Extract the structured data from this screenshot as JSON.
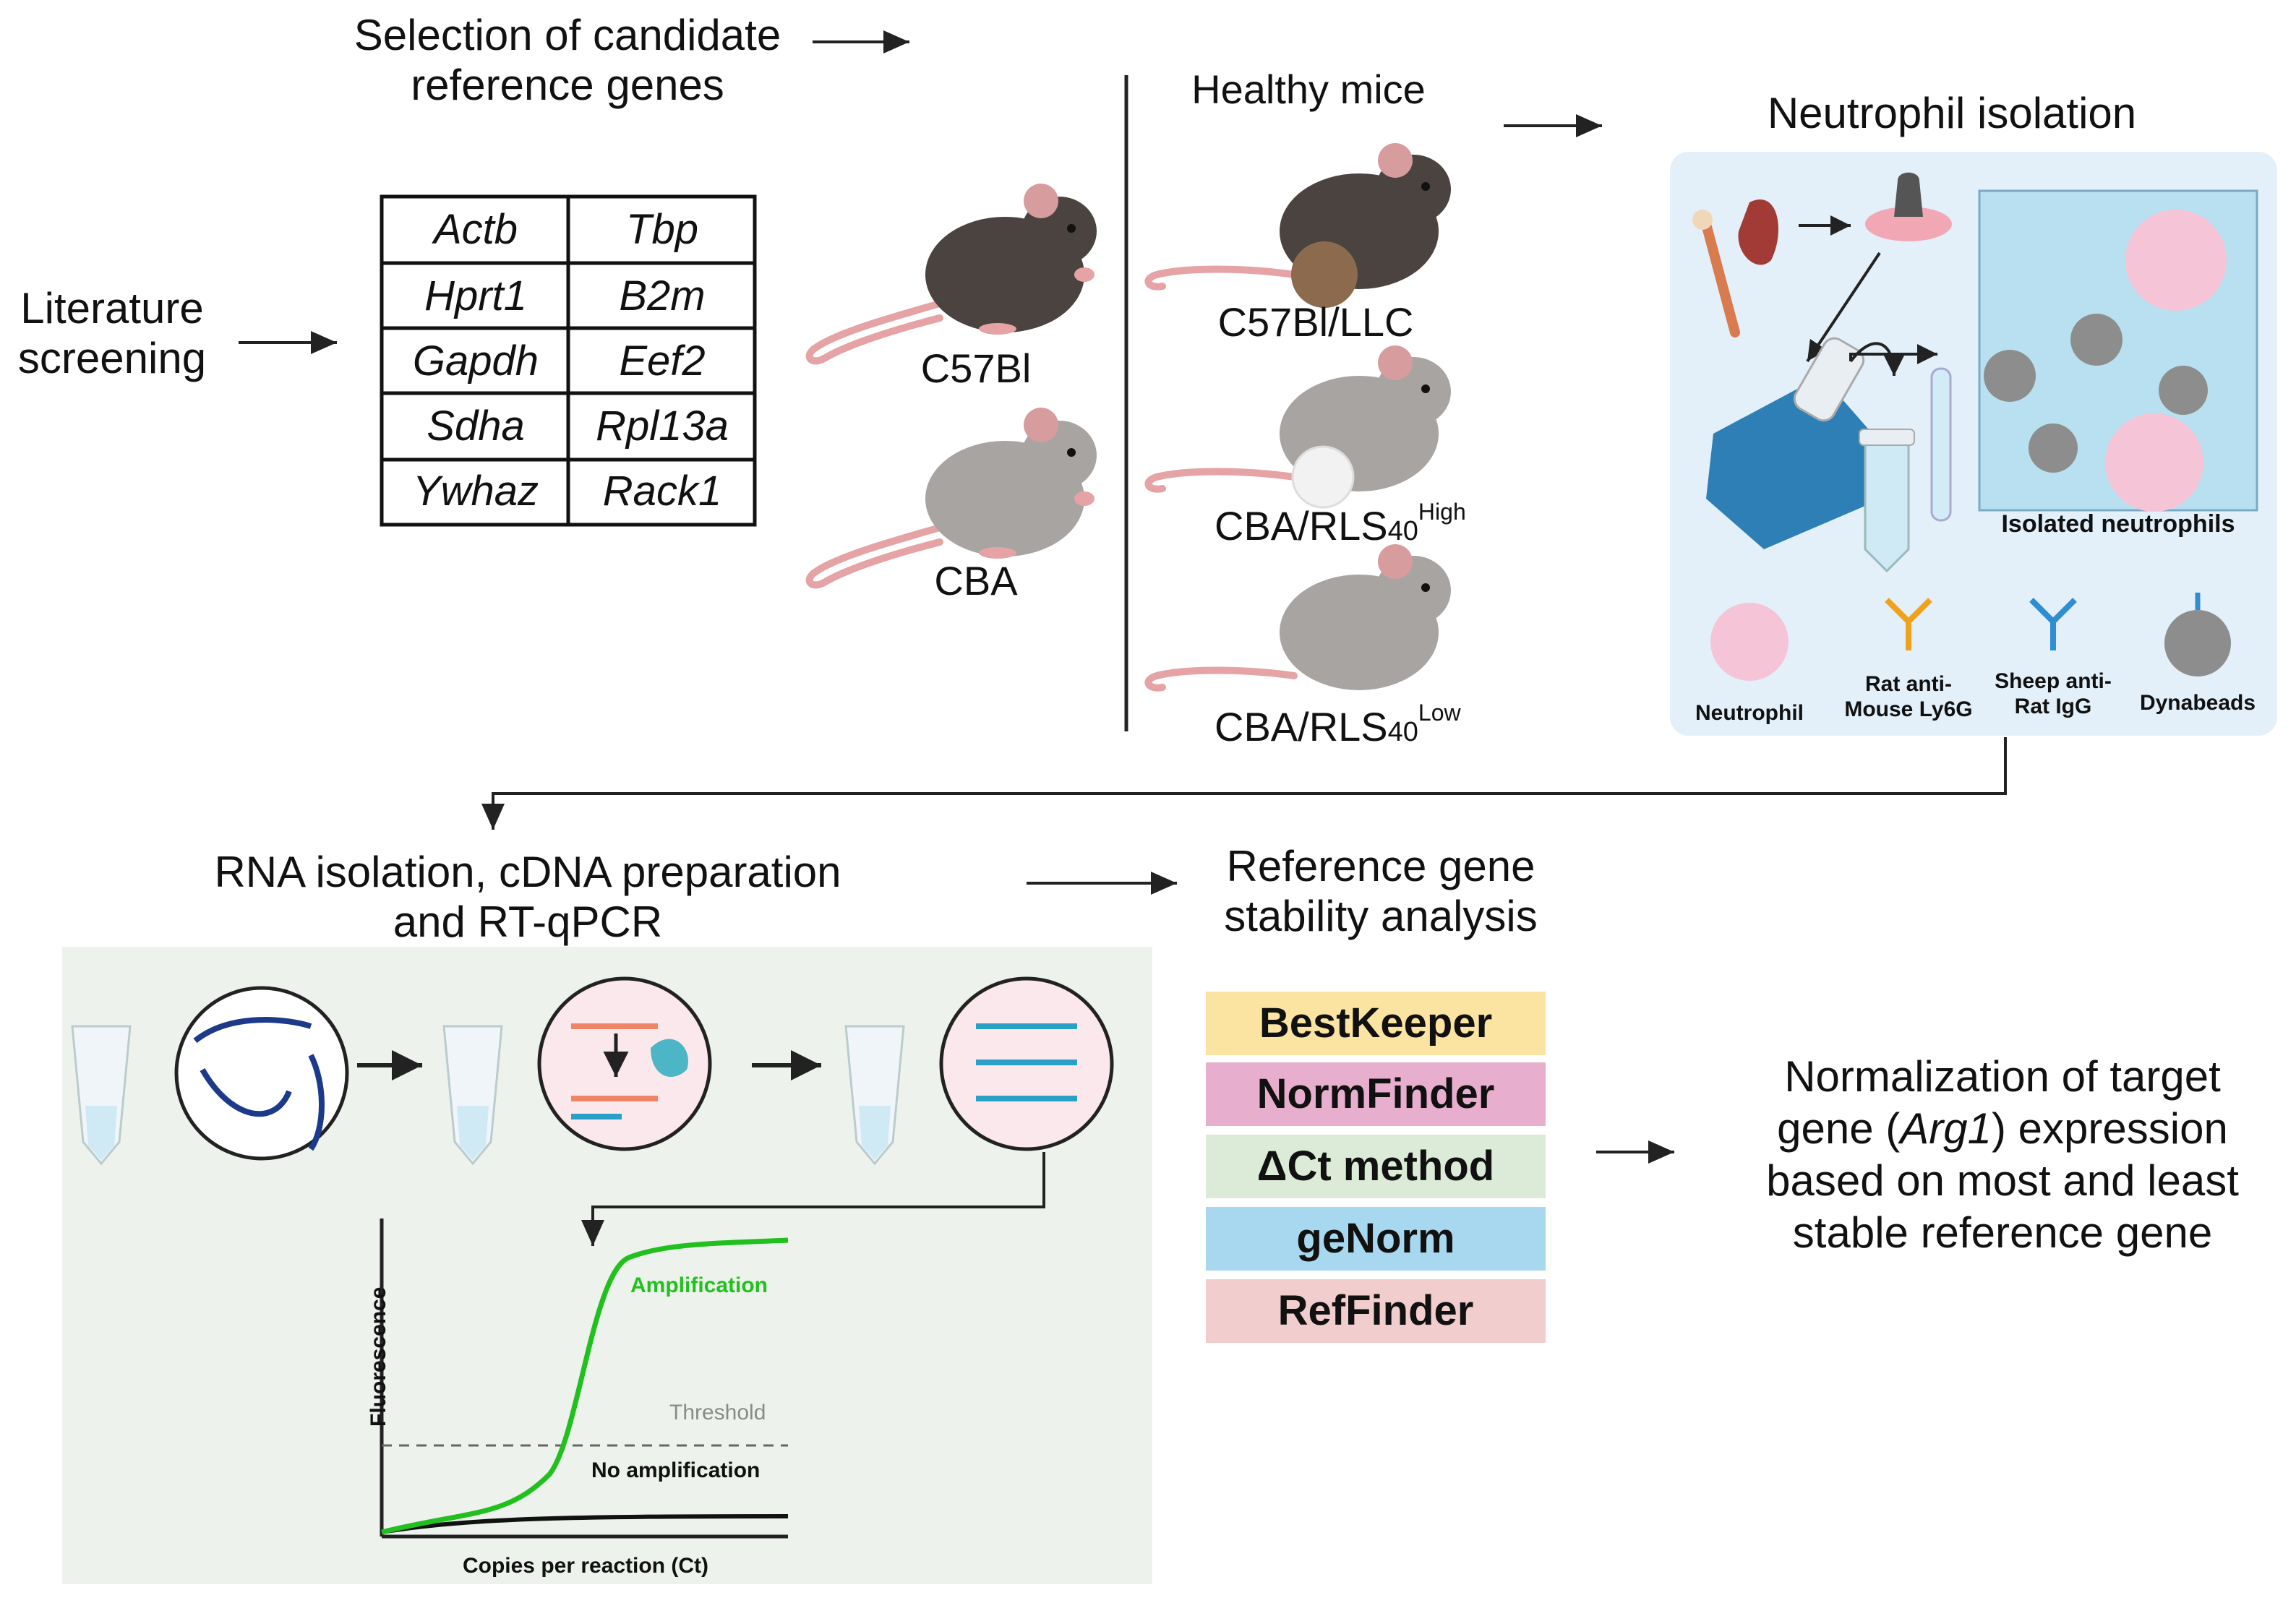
{
  "selection": {
    "title_line1": "Selection of candidate",
    "title_line2": "reference genes"
  },
  "literature": {
    "line1": "Literature",
    "line2": "screening"
  },
  "genes": {
    "left": [
      "Actb",
      "Hprt1",
      "Gapdh",
      "Sdha",
      "Ywhaz"
    ],
    "right": [
      "Tbp",
      "B2m",
      "Eef2",
      "Rpl13a",
      "Rack1"
    ]
  },
  "mice": {
    "strain1": "C57Bl",
    "strain2": "CBA",
    "healthy": "Healthy mice",
    "tumor1": "C57Bl/LLC",
    "tumor2_base": "CBA/RLS",
    "tumor2_sub": "40",
    "tumor2_sup": "High",
    "tumor3_base": "CBA/RLS",
    "tumor3_sub": "40",
    "tumor3_sup": "Low"
  },
  "neutrophil": {
    "title": "Neutrophil isolation",
    "isolated": "Isolated neutrophils",
    "legend": {
      "neutrophil": "Neutrophil",
      "rat_l1": "Rat anti-",
      "rat_l2": "Mouse Ly6G",
      "sheep_l1": "Sheep anti-",
      "sheep_l2": "Rat IgG",
      "dynabeads": "Dynabeads"
    }
  },
  "rna": {
    "title_line1": "RNA isolation, cDNA preparation",
    "title_line2": "and RT-qPCR"
  },
  "qpcr": {
    "ylabel": "Fluorescence",
    "xlabel": "Copies per reaction (Ct)",
    "amplification": "Amplification",
    "threshold": "Threshold",
    "no_amplification": "No amplification"
  },
  "stability": {
    "title_line1": "Reference gene",
    "title_line2": "stability analysis",
    "methods": [
      {
        "label": "BestKeeper",
        "color": "#fbe3a1"
      },
      {
        "label": "NormFinder",
        "color": "#e8aecd"
      },
      {
        "label": "ΔCt method",
        "color": "#dcebd8"
      },
      {
        "label": "geNorm",
        "color": "#a8d8ef"
      },
      {
        "label": "RefFinder",
        "color": "#f1cdcd"
      }
    ]
  },
  "normalization": {
    "line1": "Normalization of target",
    "line2_pre": "gene (",
    "line2_gene": "Arg1",
    "line2_post": ") expression",
    "line3": "based on most and least",
    "line4": "stable reference gene"
  },
  "colors": {
    "mouse_dark": "#4a4340",
    "mouse_gray": "#a8a4a2",
    "tail": "#e5a3a6",
    "panel_blue": "#e3f0f9",
    "panel_green": "#edf3ec",
    "amplification": "#22c01f"
  }
}
